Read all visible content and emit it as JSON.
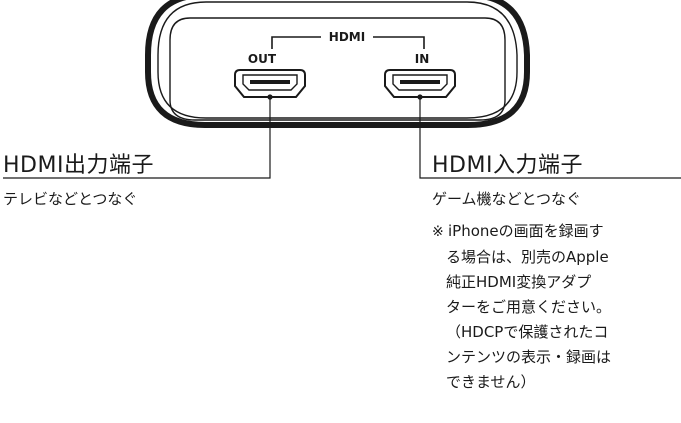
{
  "device": {
    "group_label": "HDMI",
    "out_label": "OUT",
    "in_label": "IN"
  },
  "output_port": {
    "heading": "HDMI出力端子",
    "description": "テレビなどとつなぐ"
  },
  "input_port": {
    "heading": "HDMI入力端子",
    "description": "ゲーム機などとつなぐ"
  },
  "note": {
    "mark": "※",
    "lines": [
      "iPhoneの画面を録画す",
      "る場合は、別売のApple",
      "純正HDMI変換アダプ",
      "ターをご用意ください。",
      "（HDCPで保護されたコ",
      "ンテンツの表示・録画は",
      "できません）"
    ]
  },
  "colors": {
    "ink": "#1a1a1a",
    "background": "#ffffff"
  }
}
